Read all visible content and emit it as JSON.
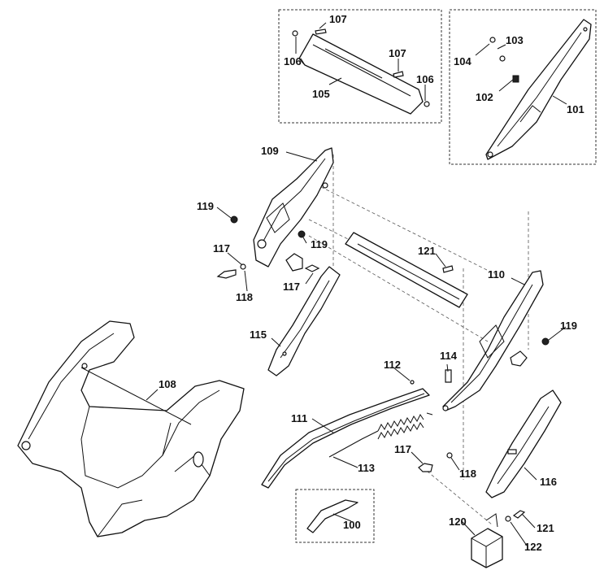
{
  "parts": {
    "p100": "100",
    "p101": "101",
    "p102": "102",
    "p103": "103",
    "p104": "104",
    "p105": "105",
    "p106a": "106",
    "p106b": "106",
    "p107a": "107",
    "p107b": "107",
    "p108": "108",
    "p109": "109",
    "p110": "110",
    "p111": "111",
    "p112": "112",
    "p113": "113",
    "p114": "114",
    "p115": "115",
    "p116": "116",
    "p117a": "117",
    "p117b": "117",
    "p117c": "117",
    "p118a": "118",
    "p118b": "118",
    "p119a": "119",
    "p119b": "119",
    "p119c": "119",
    "p120": "120",
    "p121a": "121",
    "p121b": "121",
    "p122": "122"
  }
}
